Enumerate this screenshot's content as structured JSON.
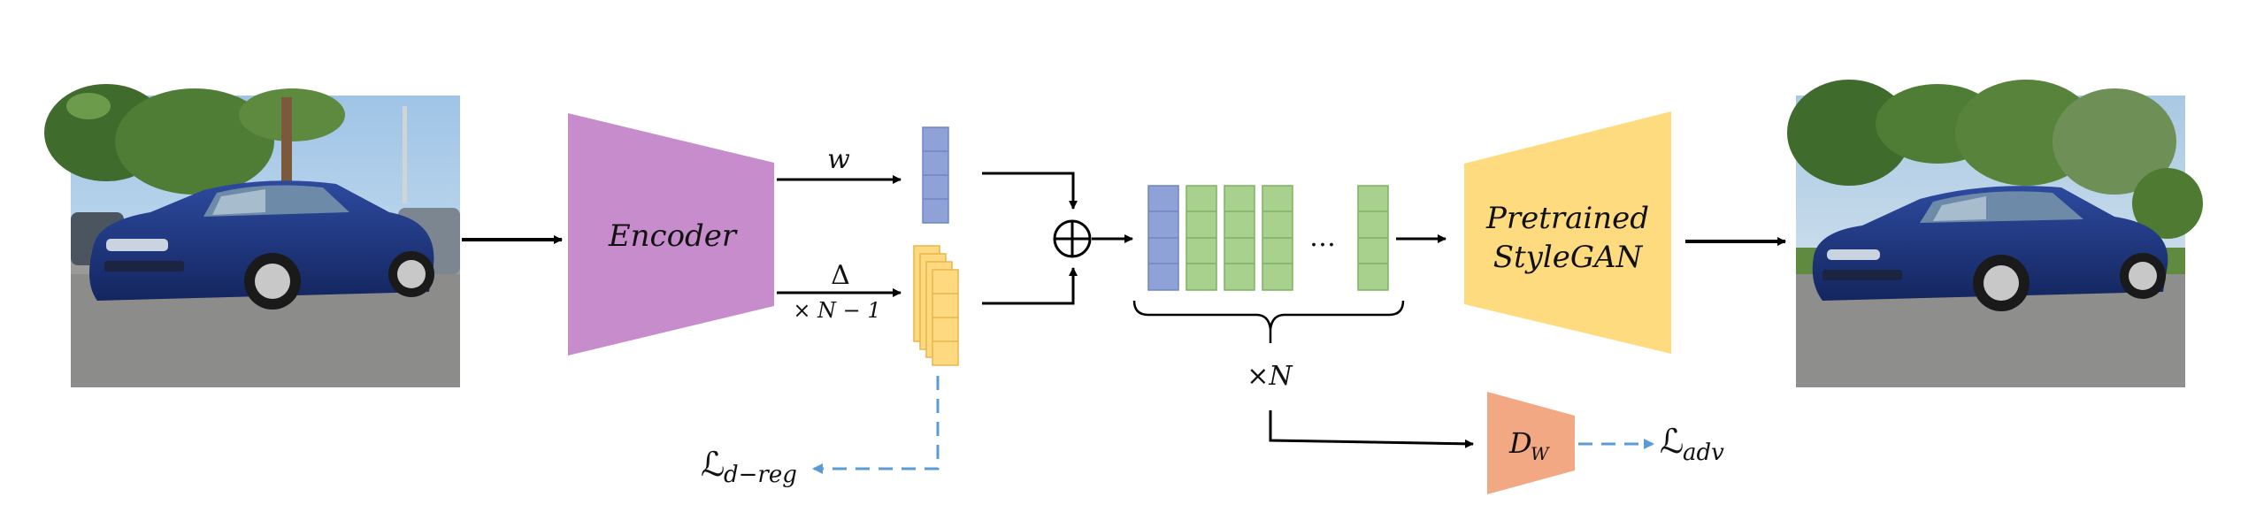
{
  "images": {
    "input": "input-car-photo",
    "output": "output-car-photo"
  },
  "labels": {
    "encoder": "Encoder",
    "w": "w",
    "delta": "Δ",
    "delta_mult": "× N − 1",
    "times_n": "×N",
    "ellipsis": "…",
    "generator_line1": "Pretrained",
    "generator_line2": "StyleGAN",
    "discriminator_main": "D",
    "discriminator_sub": "W",
    "loss_dreg_main": "ℒ",
    "loss_dreg_sub": "d−reg",
    "loss_adv_main": "ℒ",
    "loss_adv_sub": "adv",
    "plus_symbol": "⊕"
  },
  "colors": {
    "encoder": "#c68ccb",
    "generator": "#ffdb80",
    "discriminator": "#f2a882",
    "w_block": "#8ea2d8",
    "delta_block": "#ffd980",
    "latent_green": "#a9d18e",
    "latent_blue": "#8ea2d8",
    "dashed_arrow": "#5b9bd5",
    "arrow": "#000000"
  }
}
